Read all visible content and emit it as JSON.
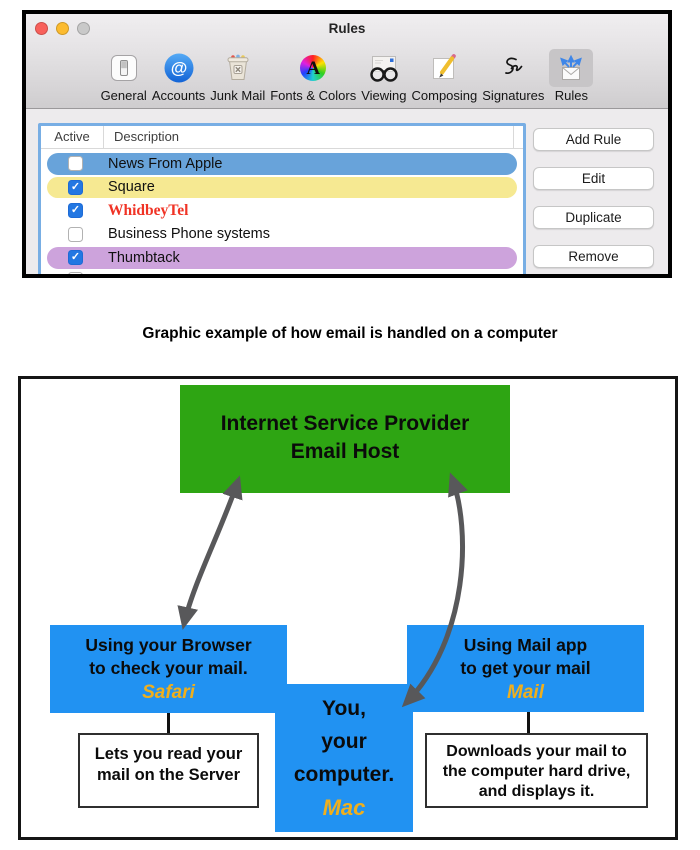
{
  "window": {
    "title": "Rules",
    "traffic_lights": {
      "close": "#F8605B",
      "minimize": "#FCBB2F",
      "zoom_disabled": "#C9C9C9"
    },
    "toolbar": {
      "items": [
        {
          "label": "General",
          "icon": "switch-icon",
          "selected": false
        },
        {
          "label": "Accounts",
          "icon": "at-circle-icon",
          "selected": false
        },
        {
          "label": "Junk Mail",
          "icon": "trash-basket-icon",
          "selected": false
        },
        {
          "label": "Fonts & Colors",
          "icon": "rainbow-letter-icon",
          "selected": false
        },
        {
          "label": "Viewing",
          "icon": "glasses-envelope-icon",
          "selected": false
        },
        {
          "label": "Composing",
          "icon": "pencil-page-icon",
          "selected": false
        },
        {
          "label": "Signatures",
          "icon": "signature-icon",
          "selected": false
        },
        {
          "label": "Rules",
          "icon": "envelope-arrows-icon",
          "selected": true
        }
      ]
    },
    "rules_table": {
      "columns": [
        "Active",
        "Description"
      ],
      "check_glyph": "✓",
      "focus_ring_color": "#78AEE4",
      "checkbox_checked_color": "#2377E2",
      "rows": [
        {
          "description": "News From Apple",
          "checked": false,
          "highlight": "#68A3DA",
          "color": "#101010",
          "serif": false
        },
        {
          "description": "Square",
          "checked": true,
          "highlight": "#F6E992",
          "color": "#101010",
          "serif": false
        },
        {
          "description": "WhidbeyTel",
          "checked": true,
          "highlight": null,
          "color": "#F03325",
          "serif": true
        },
        {
          "description": "Business Phone systems",
          "checked": false,
          "highlight": null,
          "color": "#101010",
          "serif": false
        },
        {
          "description": "Thumbtack",
          "checked": true,
          "highlight": "#CDA3DC",
          "color": "#101010",
          "serif": false
        }
      ]
    },
    "action_buttons": [
      {
        "label": "Add Rule"
      },
      {
        "label": "Edit"
      },
      {
        "label": "Duplicate"
      },
      {
        "label": "Remove"
      }
    ]
  },
  "caption": "Graphic example of how email is handled on a computer",
  "diagram": {
    "colors": {
      "green": "#2EA513",
      "blue": "#2192F2",
      "accent_text": "#EFAF1D",
      "arrow": "#58585A"
    },
    "isp": {
      "line1": "Internet Service Provider",
      "line2": "Email Host"
    },
    "browser": {
      "line1": "Using your Browser",
      "line2": "to check your mail.",
      "app": "Safari"
    },
    "mail": {
      "line1": "Using Mail app",
      "line2": "to get your mail",
      "app": "Mail"
    },
    "computer": {
      "line1": "You,",
      "line2": "your",
      "line3": "computer.",
      "app": "Mac"
    },
    "browser_note": {
      "line1": "Lets you read your",
      "line2": "mail on the Server"
    },
    "mail_note": {
      "line1": "Downloads your mail to",
      "line2": "the computer hard drive,",
      "line3": "and displays it."
    }
  }
}
